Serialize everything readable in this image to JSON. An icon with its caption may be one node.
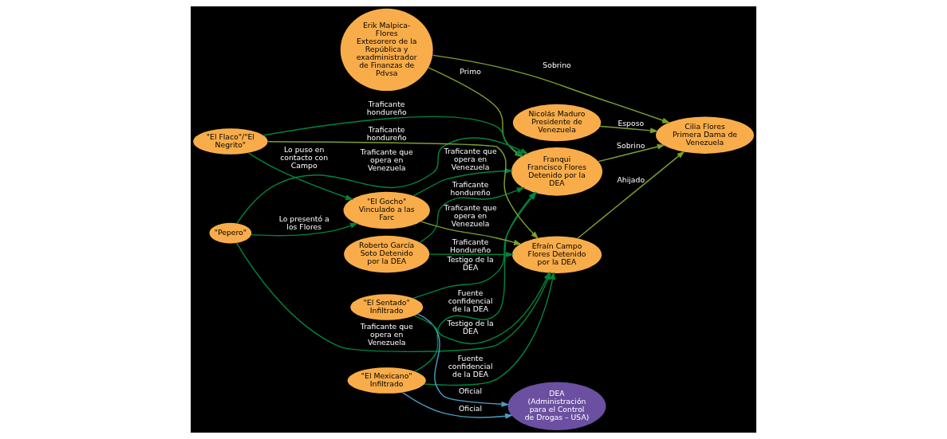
{
  "diagram": {
    "nodes": [
      {
        "text": [
          "Erik Malpica-Flores Extesorero de la República y exadministrador de Finanzas de Pdvsa"
        ]
      },
      {
        "text": [
          "Cilia Flores Primera Dama de Venezuela"
        ]
      },
      {
        "text": [
          "Nicolás Maduro Presidente de Venezuela"
        ]
      },
      {
        "text": [
          "DEA (Administración para el Control de Drogas – USA)"
        ]
      },
      {
        "text": [
          "Roberto García Soto Detenido por la DEA"
        ]
      },
      {
        "text": [
          "Franqui Francisco Flores Detenido por la DEA"
        ]
      },
      {
        "text": [
          "\"Pepero\""
        ]
      },
      {
        "text": [
          "\"El Mexicano\" Infiltrado"
        ]
      },
      {
        "text": [
          "Efraín Campo Flores Detenido por la DEA"
        ]
      },
      {
        "text": [
          "\"El Sentado\" Infiltrado"
        ]
      },
      {
        "text": [
          "\"El Gocho\" Vinculado a las Farc"
        ]
      },
      {
        "text": [
          "\"El Flaco\"/\"El Negrito\""
        ]
      }
    ],
    "edges": [
      {
        "from": 2,
        "to": 1,
        "arrow": "to",
        "label": "Esposo",
        "color": "#7ba12f"
      },
      {
        "from": 0,
        "to": 1,
        "arrow": "to",
        "label": "Sobrino",
        "color": "#7ba12f"
      },
      {
        "from": 0,
        "to": 5,
        "arrow": "to",
        "label": "Primo",
        "color": "#7ba12f"
      },
      {
        "from": 5,
        "to": 1,
        "arrow": "to",
        "label": "Sobrino",
        "color": "#7ba12f"
      },
      {
        "from": 8,
        "to": 1,
        "arrow": "to",
        "label": "Ahijado",
        "color": "#7ba12f"
      },
      {
        "from": 4,
        "to": 5,
        "arrow": "to",
        "label": "Traficante hondureño"
      },
      {
        "from": 4,
        "to": 8,
        "arrow": "to",
        "label": "Traficante Hondureño"
      },
      {
        "from": 6,
        "to": 5,
        "arrow": "to",
        "label": "Traficante que opera en Venezuela"
      },
      {
        "from": 6,
        "to": 8,
        "arrow": "to",
        "label": "Traficante que opera en Venezuela"
      },
      {
        "from": 10,
        "to": 5,
        "arrow": "to",
        "label": "Traficante que opera en Venezuela"
      },
      {
        "from": 11,
        "to": 5,
        "arrow": "to",
        "label": "Traficante hondureño"
      },
      {
        "from": 10,
        "to": 8,
        "arrow": "to",
        "label": "Traficante que opera en Venezuela",
        "color": "#7ba12f"
      },
      {
        "from": 11,
        "to": 8,
        "arrow": "to",
        "label": "Traficante hondureño",
        "color": "#7ba12f"
      },
      {
        "from": 6,
        "to": 10,
        "arrow": "to",
        "label": "Lo presentó a los Flores"
      },
      {
        "from": 11,
        "to": 10,
        "arrow": "to",
        "label": "Lo puso en contacto con Campo"
      },
      {
        "from": 7,
        "to": 5,
        "arrow": "to",
        "label": "Fuente confidencial de la DEA"
      },
      {
        "from": 7,
        "to": 8,
        "arrow": "to",
        "label": "Fuente confidencial de la DEA"
      },
      {
        "from": 9,
        "to": 5,
        "arrow": "to",
        "label": "Testigo de la DEA"
      },
      {
        "from": 9,
        "to": 8,
        "arrow": "to",
        "label": "Testigo de la DEA"
      },
      {
        "from": 7,
        "to": 3,
        "arrow": "to",
        "label": "Oficial",
        "color": "#4a9cc2"
      },
      {
        "from": 9,
        "to": 3,
        "arrow": "to",
        "label": "Oficial",
        "color": "#4a9cc2"
      }
    ]
  }
}
